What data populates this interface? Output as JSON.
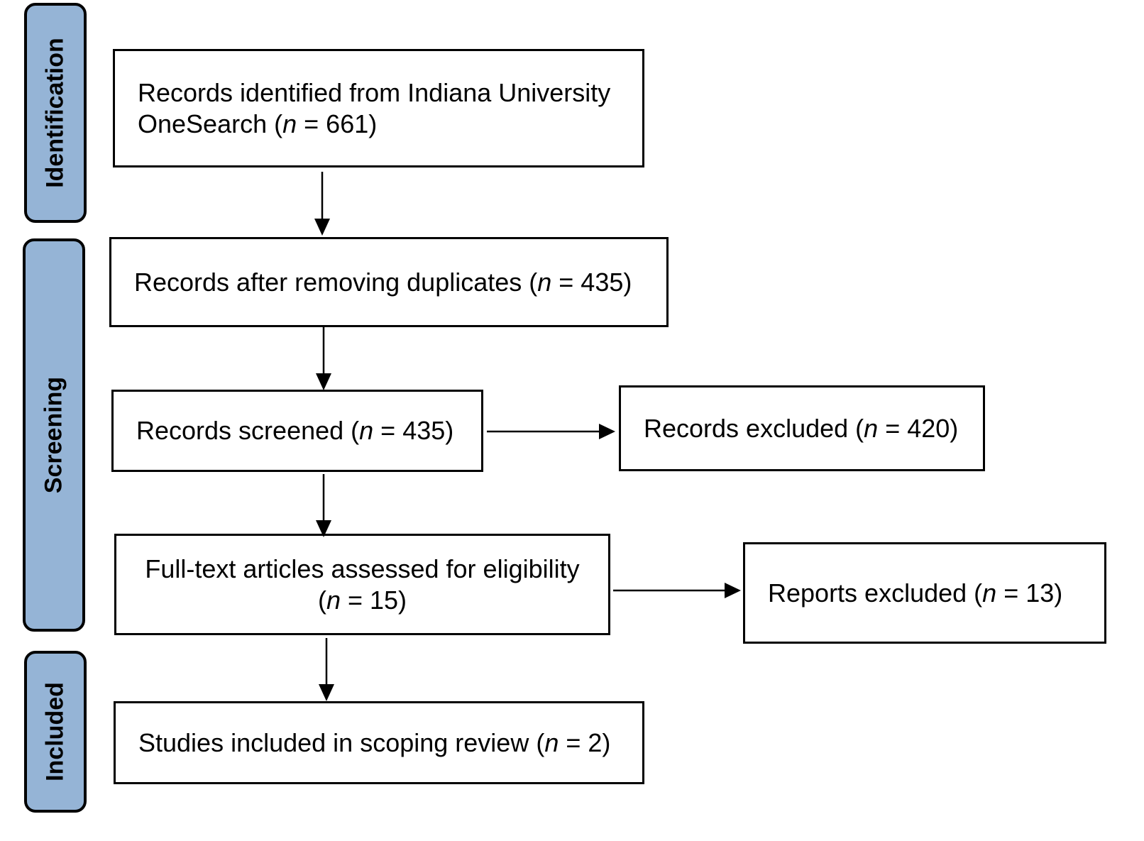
{
  "phases": {
    "identification": "Identification",
    "screening": "Screening",
    "included": "Included"
  },
  "boxes": {
    "identified": {
      "line1": "Records identified from Indiana University",
      "line2_pre": "OneSearch (",
      "n_symbol": "n",
      "line2_post": " = 661)"
    },
    "after_duplicates": {
      "pre": "Records after removing duplicates (",
      "n_symbol": "n",
      "post": " = 435)"
    },
    "screened": {
      "pre": "Records screened (",
      "n_symbol": "n",
      "post": " = 435)"
    },
    "excluded": {
      "pre": "Records excluded (",
      "n_symbol": "n",
      "post": " = 420)"
    },
    "full_text": {
      "line1": "Full-text articles assessed for eligibility",
      "line2_pre": "(",
      "n_symbol": "n",
      "line2_post": " = 15)"
    },
    "reports_excluded": {
      "pre": "Reports excluded (",
      "n_symbol": "n",
      "post": " = 13)"
    },
    "included": {
      "pre": "Studies included in scoping review (",
      "n_symbol": "n",
      "post": " = 2)"
    }
  }
}
